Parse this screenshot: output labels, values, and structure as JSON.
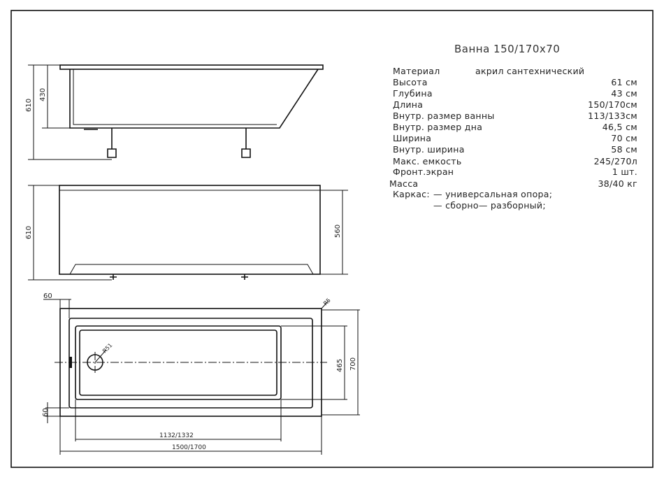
{
  "title": "Ванна  150/170x70",
  "specs": [
    {
      "label": "Материал",
      "value": "акрил сантехнический"
    },
    {
      "label": "Высота",
      "value": "61  см"
    },
    {
      "label": "Глубина",
      "value": "43  см"
    },
    {
      "label": "Длина",
      "value": "150/170см"
    },
    {
      "label": "Внутр.  размер  ванны",
      "value": "113/133см"
    },
    {
      "label": "Внутр.  размер  дна",
      "value": "46,5  см"
    },
    {
      "label": "Ширина",
      "value": "70  см"
    },
    {
      "label": "Внутр.  ширина",
      "value": "58  см"
    },
    {
      "label": "Макс.  емкость",
      "value": "245/270л"
    },
    {
      "label": "Фронт.экран",
      "value": "1  шт."
    },
    {
      "label": "Масса",
      "value": "38/40  кг"
    }
  ],
  "frame": {
    "label": "Каркас:",
    "items": [
      "— универсальная  опора;",
      "— сборно— разборный;"
    ]
  },
  "dimensions": {
    "side_total_height": "610",
    "side_depth": "430",
    "front_total_height": "610",
    "front_panel_height": "560",
    "rim_top": "60",
    "rim_bottom": "60",
    "corner_radius": "R5",
    "drain_radius": "R51",
    "inner_width": "465",
    "width": "700",
    "inner_length": "1132/1332",
    "length": "1500/1700"
  }
}
